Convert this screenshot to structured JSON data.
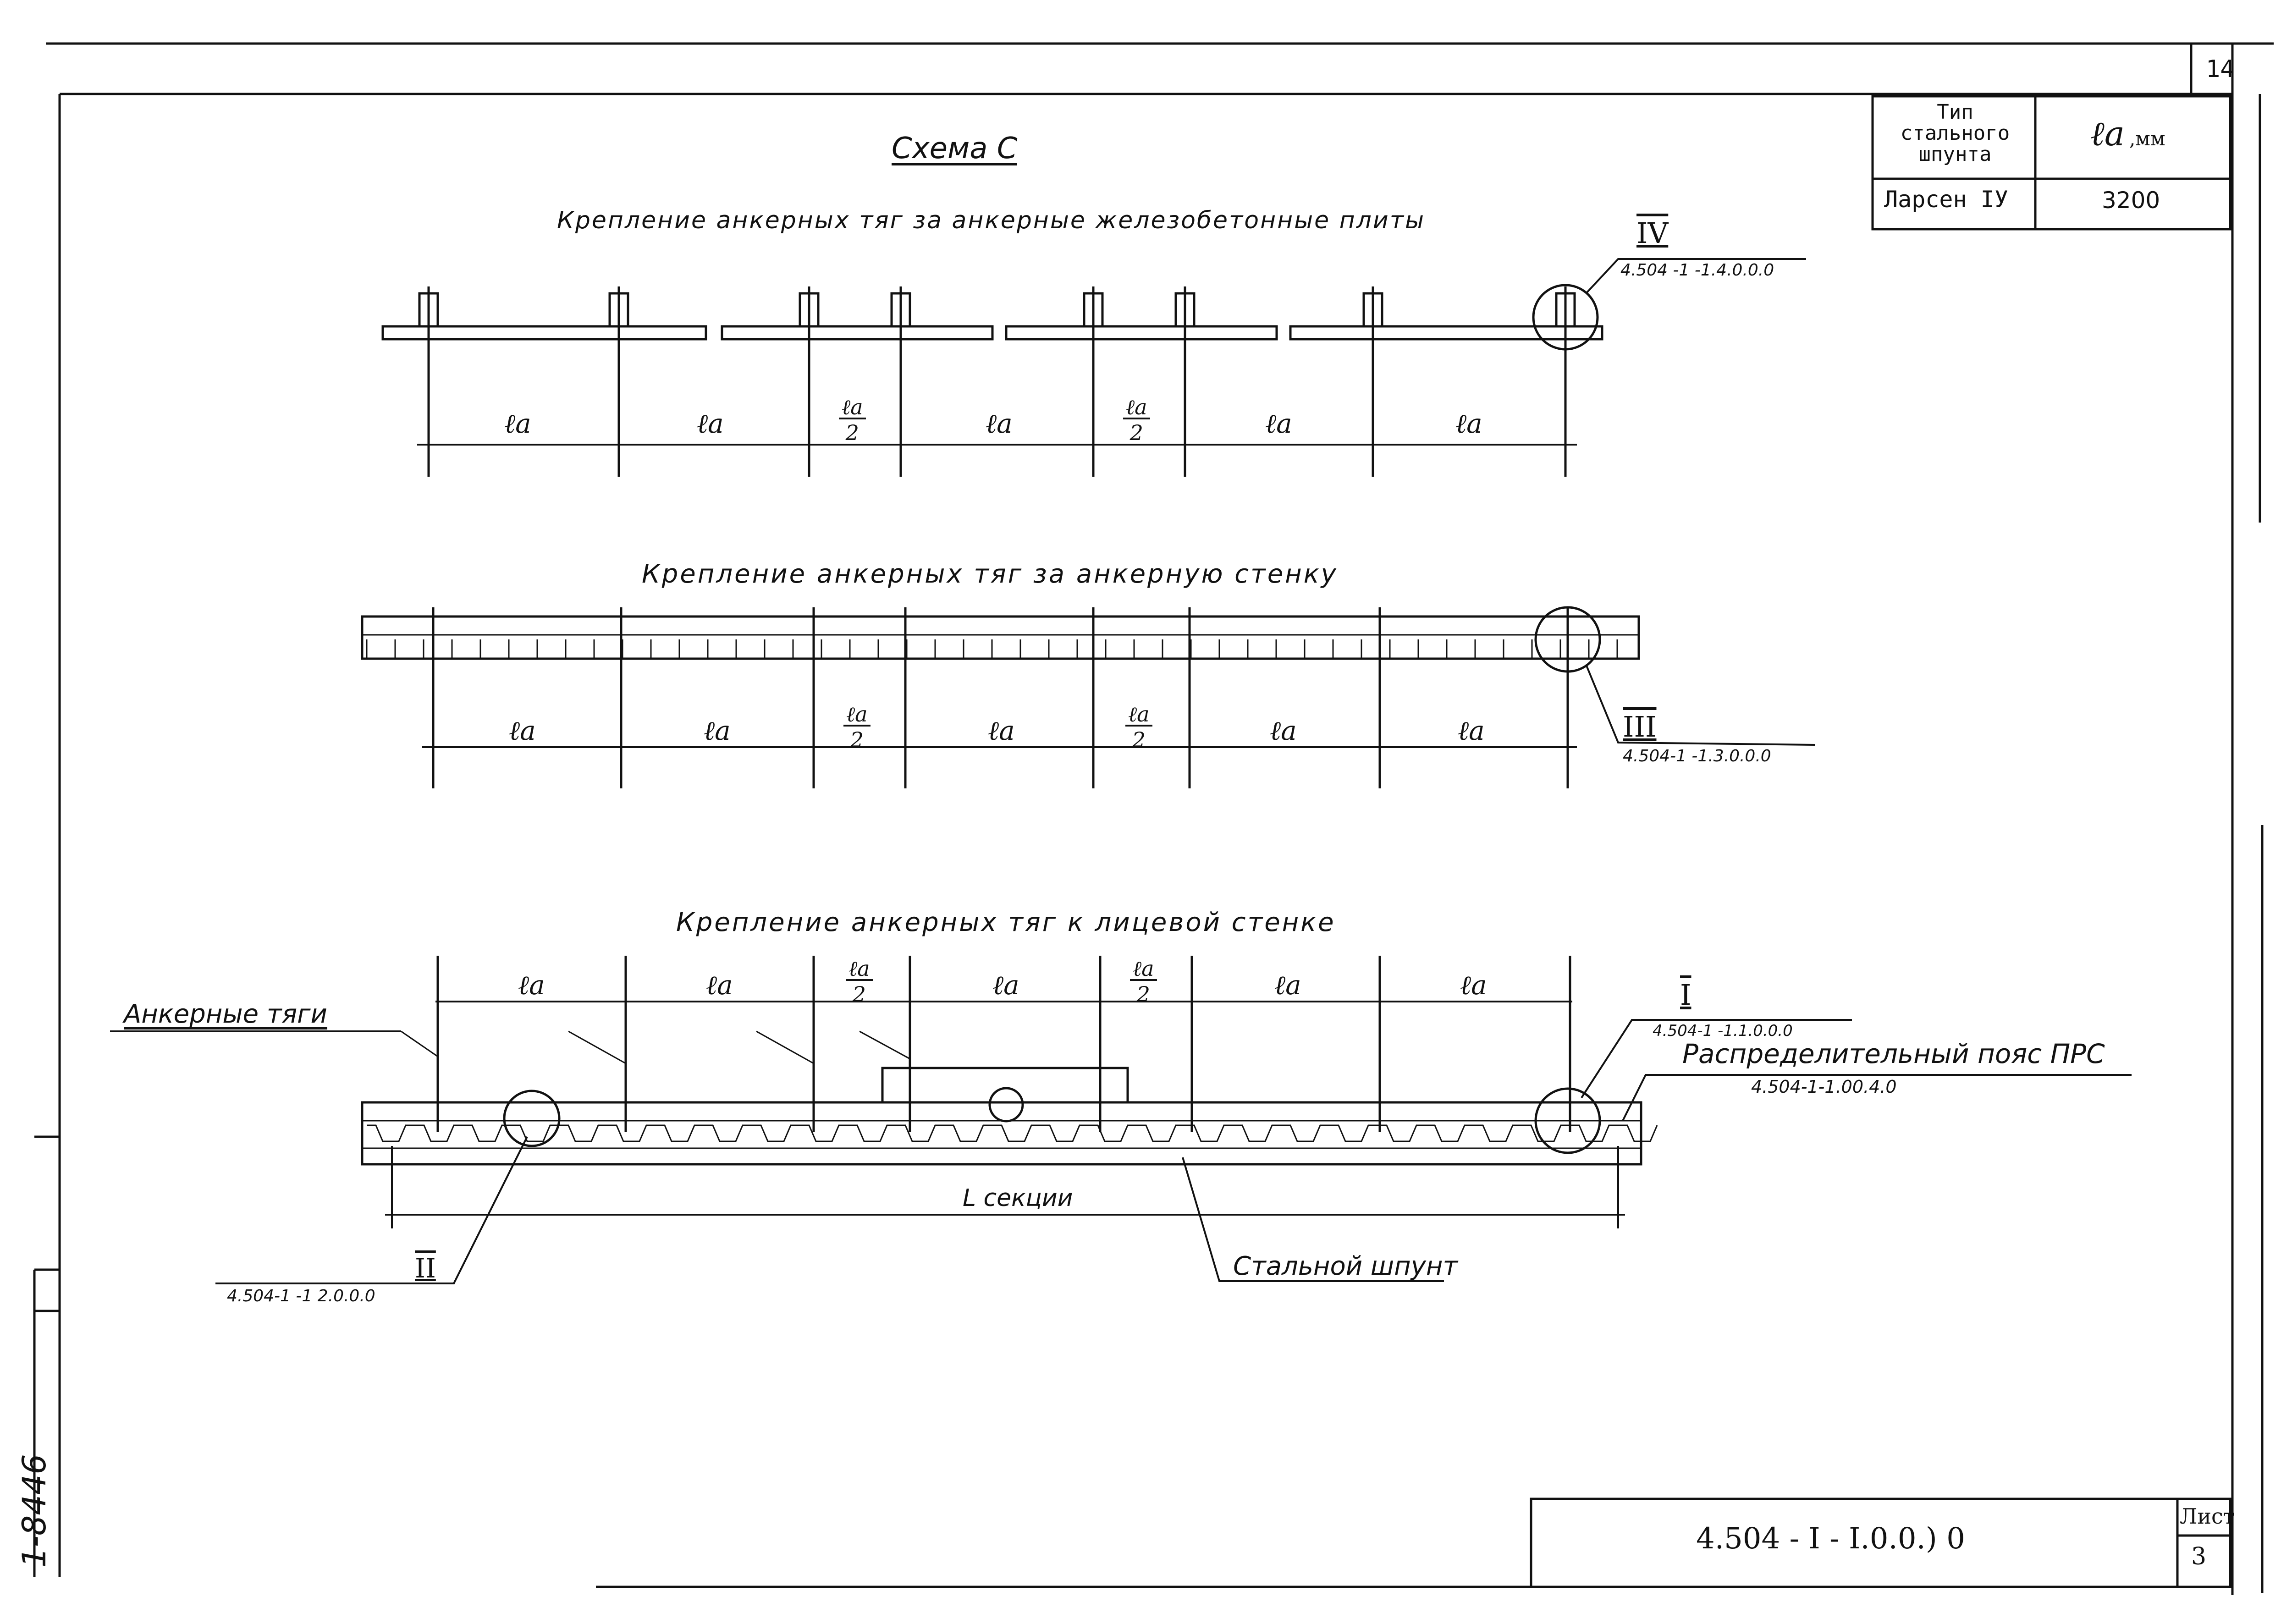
{
  "sheet": {
    "page_number": "14",
    "scheme_title": "Схема С",
    "stamp_code": "4.504 - I - I.0.0.) 0",
    "sheet_label": "Лист",
    "sheet_number": "3",
    "margin_note": "1-8446"
  },
  "spec_table": {
    "header_type": "Тип стального шпунта",
    "header_value_symbol": "ℓa",
    "header_value_unit": ",мм",
    "row_type": "Ларсен IУ",
    "row_value": "3200"
  },
  "sections": [
    {
      "title": "Крепление анкерных тяг за анкерные железобетонные плиты",
      "callout_roman": "IV",
      "callout_ref": "4.504 -1 -1.4.0.0.0"
    },
    {
      "title": "Крепление анкерных тяг за анкерную стенку",
      "callout_roman": "III",
      "callout_ref": "4.504-1 -1.3.0.0.0"
    },
    {
      "title": "Крепление анкерных тяг к лицевой стенке",
      "callout_roman": "I",
      "callout_ref": "4.504-1 -1.1.0.0.0"
    }
  ],
  "dimensions": {
    "spacing": "ℓa",
    "half_num": "ℓa",
    "half_den": "2",
    "section_length": "L секции"
  },
  "labels": {
    "anchor_rods": "Анкерные тяги",
    "distribution_belt": "Распределительный пояс ПРС",
    "distribution_belt_ref": "4.504-1-1.00.4.0",
    "steel_sheet_pile": "Стальной шпунт",
    "node_ii_roman": "II",
    "node_ii_ref": "4.504-1 -1 2.0.0.0"
  }
}
